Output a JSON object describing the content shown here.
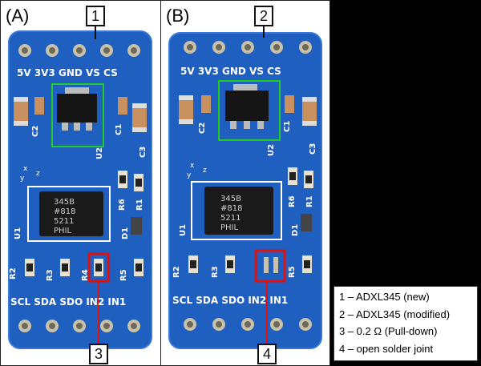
{
  "panels": [
    {
      "id": "A",
      "label": "(A)",
      "top_callout": "1",
      "bottom_callout": "3",
      "header_pins": "5V 3V3 GND VS CS",
      "footer_pins": "SCL SDA SDO IN2 IN1",
      "chip_text": [
        "345B",
        "#818",
        "5211",
        "PHIL"
      ]
    },
    {
      "id": "B",
      "label": "(B)",
      "top_callout": "2",
      "bottom_callout": "4",
      "header_pins": "5V 3V3 GND VS CS",
      "footer_pins": "SCL SDA SDO IN2 IN1",
      "chip_text": [
        "345B",
        "#818",
        "5211",
        "PHIL"
      ]
    }
  ],
  "silkscreen": {
    "c2": "C2",
    "c1": "C1",
    "c3": "C3",
    "u2": "U2",
    "u1": "U1",
    "r6": "R6",
    "r1": "R1",
    "d1": "D1",
    "r2": "R2",
    "r3": "R3",
    "r4": "R4",
    "r5": "R5",
    "axis_x": "x",
    "axis_y": "y",
    "axis_z": "z"
  },
  "legend": {
    "items": [
      "1 – ADXL345 (new)",
      "2 – ADXL345 (modified)",
      "3 – 0.2 Ω (Pull-down)",
      "4 – open solder joint"
    ]
  },
  "colors": {
    "pcb_blue": "#1f5fbf",
    "green_box": "#22cc22",
    "red_box": "#e01010",
    "background": "#000000"
  }
}
